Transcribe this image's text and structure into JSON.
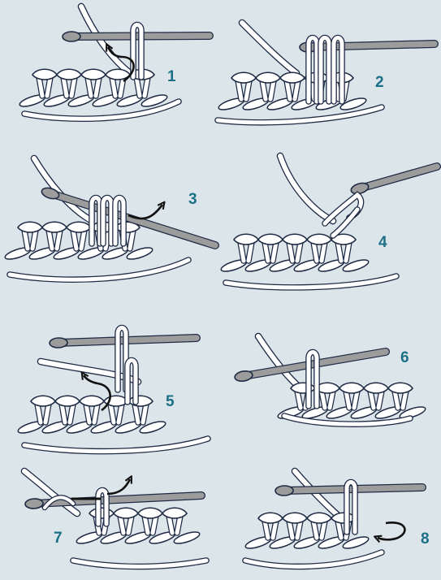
{
  "colors": {
    "background": "#dce6ea",
    "yarn_fill": "#ffffff",
    "yarn_outline": "#1f2a44",
    "hook_fill": "#9c9c9c",
    "hook_outline": "#1f2a44",
    "arrow": "#111111",
    "step_number": "#1b6f87"
  },
  "steps": [
    {
      "number": "1",
      "hook_icon": "crochet-hook-icon",
      "arrow_icon": "yarn-over-arrow-icon"
    },
    {
      "number": "2",
      "hook_icon": "crochet-hook-icon"
    },
    {
      "number": "3",
      "hook_icon": "crochet-hook-icon",
      "arrow_icon": "pull-through-arrow-icon"
    },
    {
      "number": "4",
      "hook_icon": "crochet-hook-icon"
    },
    {
      "number": "5",
      "hook_icon": "crochet-hook-icon",
      "arrow_icon": "yarn-over-arrow-icon"
    },
    {
      "number": "6",
      "hook_icon": "crochet-hook-icon"
    },
    {
      "number": "7",
      "hook_icon": "crochet-hook-icon",
      "arrow_icon": "pull-through-arrow-icon"
    },
    {
      "number": "8",
      "hook_icon": "crochet-hook-icon",
      "arrow_icon": "turn-work-arrow-icon"
    }
  ]
}
